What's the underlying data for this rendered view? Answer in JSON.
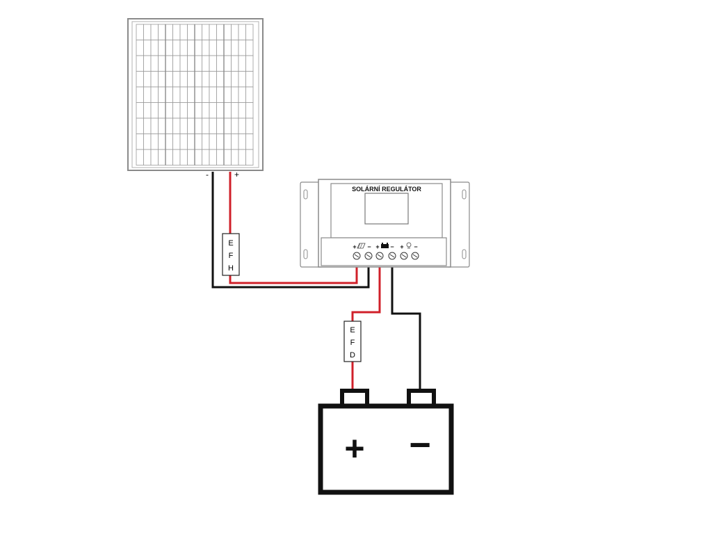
{
  "panel": {
    "minus_label": "-",
    "plus_label": "+"
  },
  "regulator": {
    "title": "SOLÁRNÍ REGULÁTOR",
    "solar_terminals": {
      "plus": "+",
      "minus": "−"
    },
    "battery_terminals": {
      "plus": "+",
      "minus": "−"
    },
    "load_terminals": {
      "plus": "+",
      "minus": "−"
    }
  },
  "fuse_panel": {
    "letters": [
      "E",
      "F",
      "H"
    ]
  },
  "fuse_battery": {
    "letters": [
      "E",
      "F",
      "D"
    ]
  },
  "battery": {
    "plus_label": "+",
    "minus_label": "−"
  },
  "colors": {
    "positive_wire": "#d0202a",
    "negative_wire": "#111111",
    "outline": "#7a7a7a"
  }
}
